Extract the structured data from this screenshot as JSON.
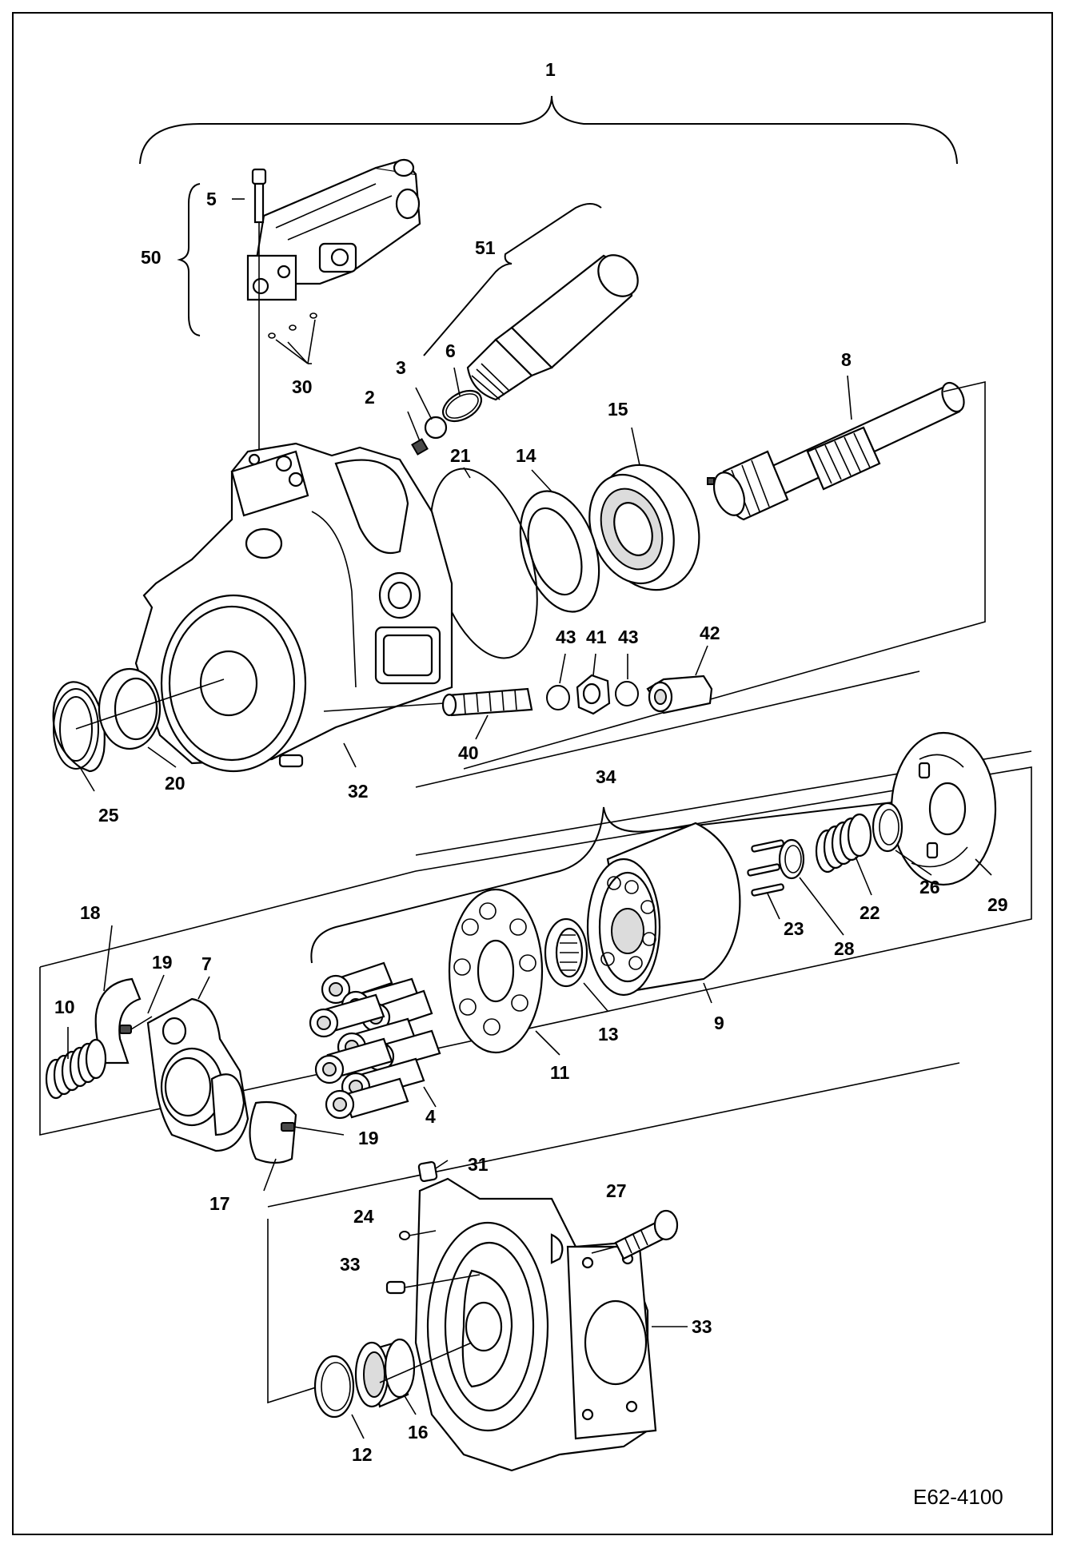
{
  "figure": {
    "reference_code": "E62-4100",
    "labels": {
      "l1": "1",
      "l2": "2",
      "l3": "3",
      "l4": "4",
      "l5": "5",
      "l6": "6",
      "l7": "7",
      "l8": "8",
      "l9": "9",
      "l10": "10",
      "l11": "11",
      "l12": "12",
      "l13": "13",
      "l14": "14",
      "l15": "15",
      "l16": "16",
      "l17": "17",
      "l18": "18",
      "l19a": "19",
      "l19b": "19",
      "l20": "20",
      "l21": "21",
      "l22": "22",
      "l23": "23",
      "l24": "24",
      "l25": "25",
      "l26": "26",
      "l27": "27",
      "l28": "28",
      "l29": "29",
      "l30": "30",
      "l31": "31",
      "l32": "32",
      "l33a": "33",
      "l33b": "33",
      "l34": "34",
      "l40": "40",
      "l41": "41",
      "l42": "42",
      "l43a": "43",
      "l43b": "43",
      "l50": "50",
      "l51": "51"
    }
  }
}
